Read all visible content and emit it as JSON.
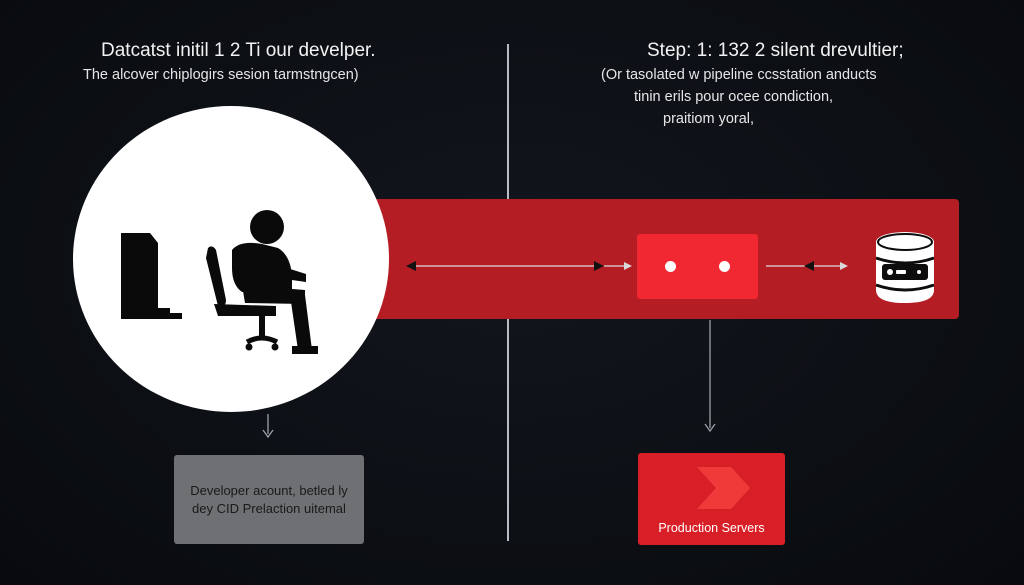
{
  "left_heading": {
    "title": "Datcatst initil 1 2 Ti our develper.",
    "subtitle": "The alcover chiplogirs sesion tarmstngcen)"
  },
  "right_heading": {
    "title": "Step: 1: 132 2 silent drevultier;",
    "lines": [
      "(Or tasolated w pipeline ccsstation anducts",
      "tinin erils pour ocee condiction,",
      "praitiom yoral,"
    ]
  },
  "developer_box": {
    "line1": "Developer acount, betled ly",
    "line2": "dey CID Prelaction uitemal"
  },
  "production_box": {
    "label": "Production Servers"
  },
  "colors": {
    "background": "#0c0f14",
    "band": "#b51d24",
    "node": "#f12832",
    "production": "#d81f27",
    "developer_box": "#6e7074"
  },
  "icons": [
    "developer-at-desk-icon",
    "database-server-icon",
    "chevron-right-icon"
  ]
}
